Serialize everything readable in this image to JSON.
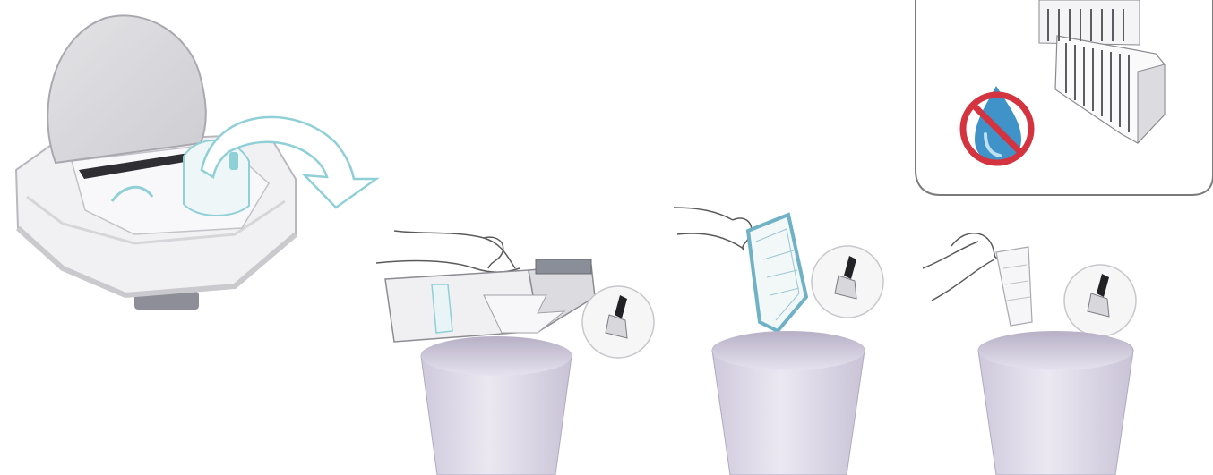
{
  "figure": {
    "steps": [
      {
        "id": "open-lid",
        "icon": "robot-vacuum-open-lid"
      },
      {
        "id": "empty-dustbin",
        "icon": "brush-icon"
      },
      {
        "id": "empty-filter-frame",
        "icon": "brush-icon"
      },
      {
        "id": "empty-hepa-filter",
        "icon": "brush-icon"
      }
    ],
    "warning": {
      "icon": "no-water-icon",
      "subject": "hepa-filter"
    },
    "colors": {
      "accent": "#8fd0d6",
      "prohibit_red": "#d4343f",
      "water_blue": "#3f93c8",
      "bin": "#ddd8e6",
      "line": "#6b6b6b"
    }
  }
}
